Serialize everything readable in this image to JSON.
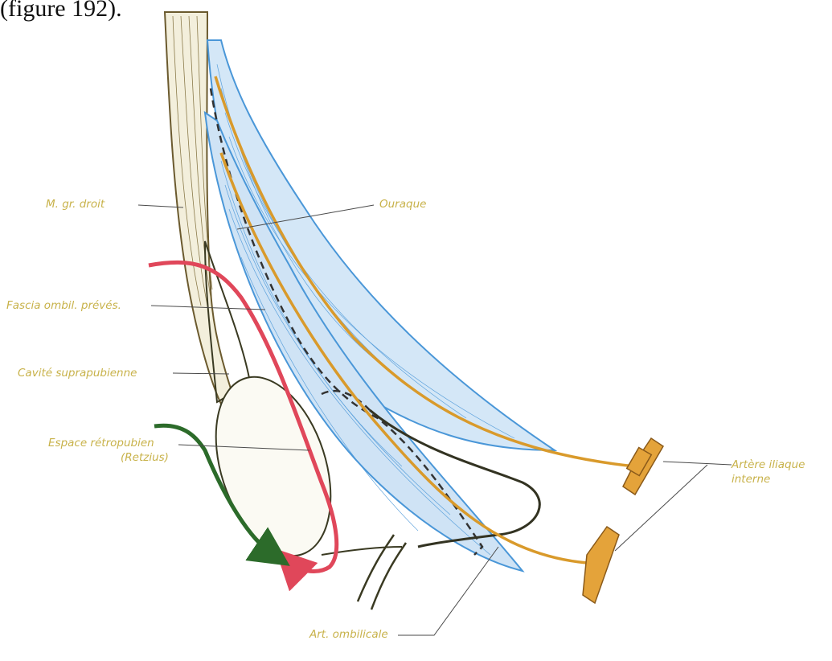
{
  "caption": "(figure 192).",
  "labels": {
    "rectus": "M. gr. droit",
    "urachus": "Ouraque",
    "fascia": "Fascia ombil. prévés.",
    "cavity": "Cavité suprapubienne",
    "retzius_line1": "Espace rétropubien",
    "retzius_line2": "(Retzius)",
    "iliac_line1": "Artère iliaque",
    "iliac_line2": "interne",
    "umbilical": "Art. ombilicale"
  },
  "colors": {
    "label": "#c8b24a",
    "muscle": "#6b5a2e",
    "fascia_blue": "#4a97d8",
    "artery": "#d99a2b",
    "red_arrow": "#e0475a",
    "green_arrow": "#2c6b2a",
    "outline": "#3a3a22"
  }
}
